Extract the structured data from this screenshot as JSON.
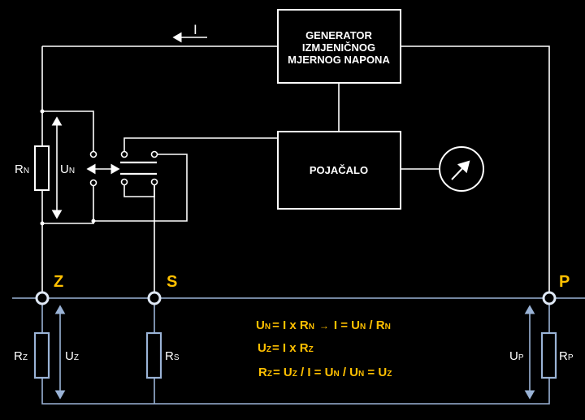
{
  "generator": {
    "line1": "GENERATOR",
    "line2": "IZMJENIČNOG",
    "line3": "MJERNOG NAPONA"
  },
  "amplifier": {
    "label": "POJAČALO"
  },
  "current": {
    "label": "I"
  },
  "labels": {
    "rn_main": "R",
    "rn_sub": "N",
    "un_main": "U",
    "un_sub": "N",
    "rz_main": "R",
    "rz_sub": "Z",
    "uz_main": "U",
    "uz_sub": "Z",
    "rs_main": "R",
    "rs_sub": "S",
    "up_main": "U",
    "up_sub": "P",
    "rp_main": "R",
    "rp_sub": "P"
  },
  "terminals": {
    "z": "Z",
    "s": "S",
    "p": "P"
  },
  "formulas": {
    "f1": {
      "a": "U",
      "a_sub": "N",
      "b": "= I x R",
      "b_sub": "N",
      "arrow": "→",
      "c": "I = U",
      "c_sub": "N",
      "d": " / R",
      "d_sub": "N"
    },
    "f2": {
      "a": "U",
      "a_sub": "Z",
      "b": "= I x R",
      "b_sub": "Z"
    },
    "f3": {
      "a": "R",
      "a_sub": "Z",
      "b": "= U",
      "b_sub": "Z",
      "c": " / I = U",
      "c_sub": "N",
      "d": " / U",
      "d_sub": "N",
      "e": " = U",
      "e_sub": "Z"
    }
  },
  "colors": {
    "background": "#000000",
    "wire": "#ffffff",
    "earth_wire": "#9ab3d6",
    "formula": "#ffc000"
  }
}
